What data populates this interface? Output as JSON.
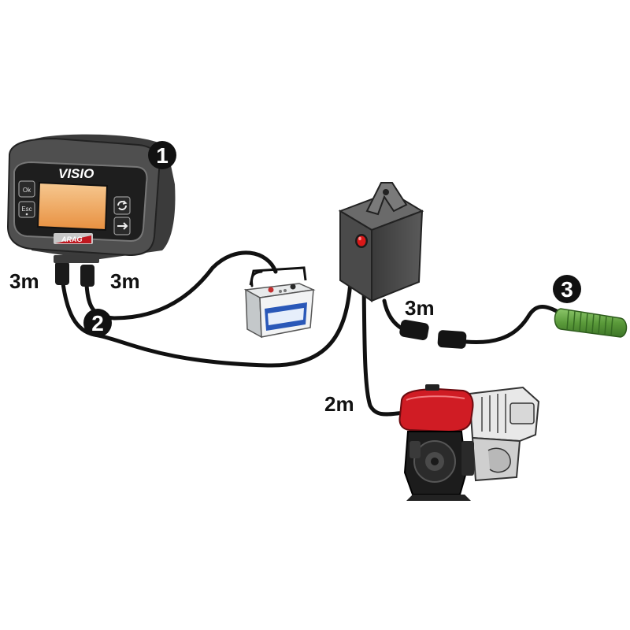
{
  "device": {
    "brand": "VISIO",
    "logo": "ARAG",
    "buttons": {
      "ok": "Ok",
      "esc": "Esc",
      "right_top": "refresh-icon",
      "right_bottom": "arrow-right-icon"
    }
  },
  "callouts": {
    "c1": "1",
    "c2": "2",
    "c3": "3"
  },
  "lengths": {
    "cable_left": "3m",
    "cable_right": "3m",
    "sensor_cable": "3m",
    "engine_cable": "2m"
  },
  "colors": {
    "screen": "#f0a860",
    "warning_light": "#d81818",
    "fuel_tank": "#d01c24",
    "sensor": "#5fa040"
  }
}
